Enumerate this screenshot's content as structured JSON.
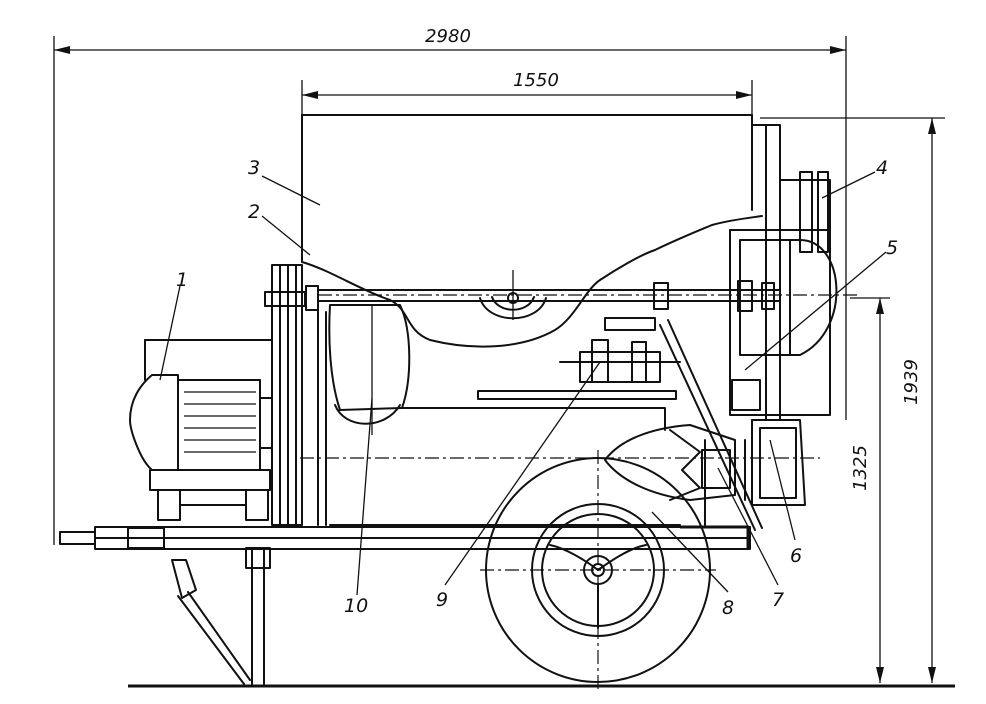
{
  "dimensions": {
    "overall_length": "2980",
    "body_length": "1550",
    "overall_height": "1939",
    "axis_height": "1325"
  },
  "callouts": [
    "1",
    "2",
    "3",
    "4",
    "5",
    "6",
    "7",
    "8",
    "9",
    "10"
  ]
}
